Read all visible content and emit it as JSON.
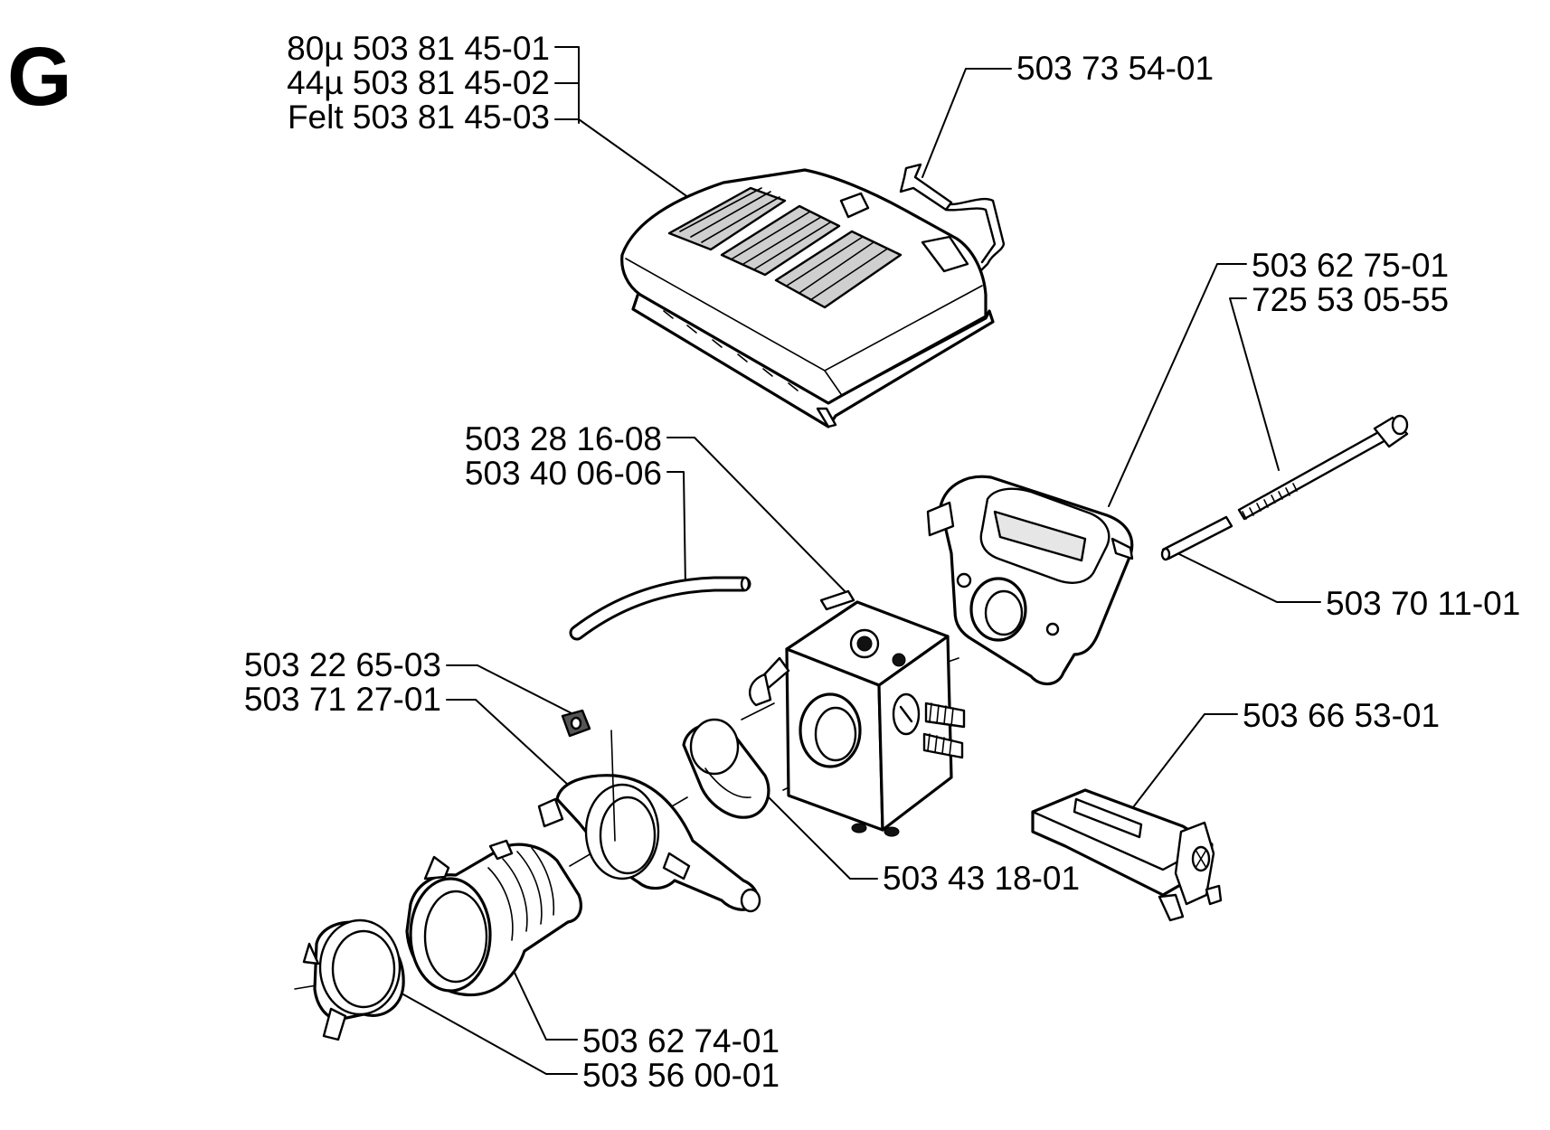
{
  "diagram": {
    "section_letter": "G",
    "part_labels": {
      "filter_80u": "80µ 503 81 45-01",
      "filter_44u": "44µ 503 81 45-02",
      "filter_felt": "Felt 503 81 45-03",
      "spring_clip": "503 73 54-01",
      "carb_gasket": "503 62 75-01",
      "long_screw": "725 53 05-55",
      "fuel_hose_a": "503 28 16-08",
      "fuel_hose_b": "503 40 06-06",
      "sleeve": "503 70 11-01",
      "small_nut": "503 22 65-03",
      "clamp_bracket": "503 71 27-01",
      "choke_lever": "503 66 53-01",
      "intake_ring": "503 43 18-01",
      "intake_boot": "503 62 74-01",
      "hose_clamp": "503 56 00-01"
    }
  }
}
